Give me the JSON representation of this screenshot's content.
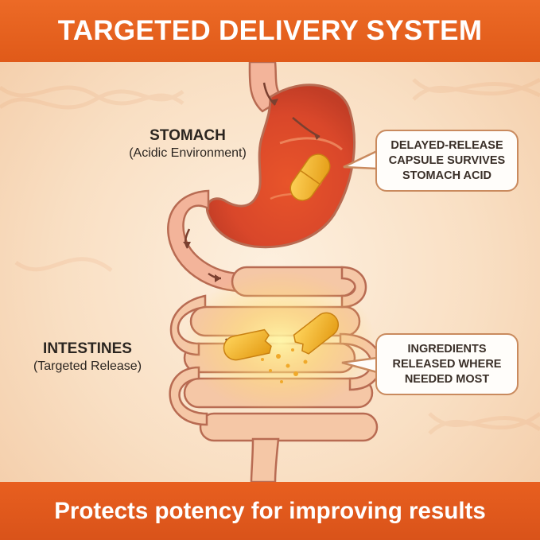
{
  "header": {
    "title": "TARGETED DELIVERY SYSTEM"
  },
  "stomach": {
    "title": "STOMACH",
    "subtitle": "(Acidic Environment)"
  },
  "intestines": {
    "title": "INTESTINES",
    "subtitle": "(Targeted Release)"
  },
  "callouts": {
    "stomach_note": [
      "DELAYED-RELEASE",
      "CAPSULE SURVIVES",
      "STOMACH ACID"
    ],
    "intestine_note": [
      "INGREDIENTS",
      "RELEASED WHERE",
      "NEEDED MOST"
    ]
  },
  "footer": {
    "text": "Protects potency for improving results"
  },
  "colors": {
    "brand_orange": "#e6601f",
    "tract_pink": "#f3b49a",
    "tract_outline": "#b86b52",
    "capsule_yellow": "#f4b321"
  }
}
